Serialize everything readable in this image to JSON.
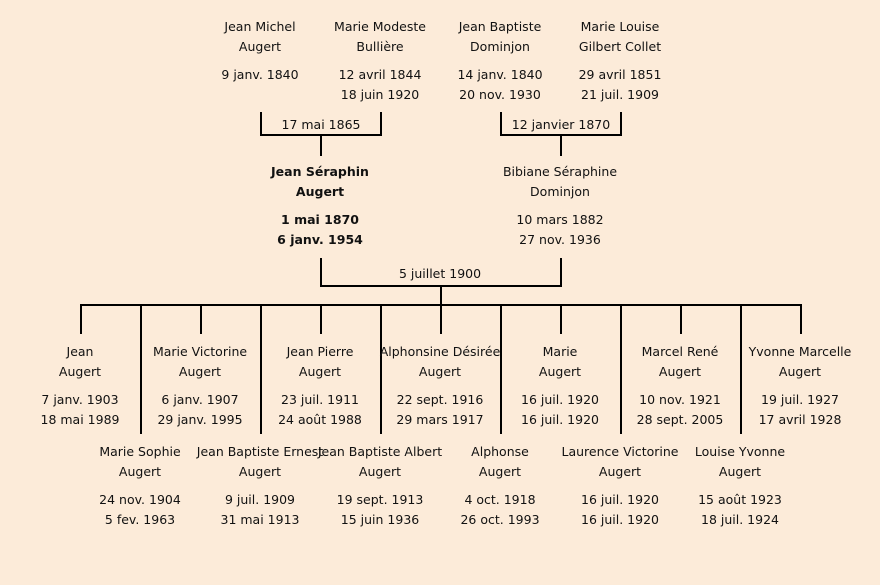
{
  "grandparents": [
    {
      "first": "Jean Michel",
      "last": "Augert",
      "birth": "9 janv. 1840",
      "death": ""
    },
    {
      "first": "Marie Modeste",
      "last": "Bullière",
      "birth": "12 avril 1844",
      "death": "18 juin 1920"
    },
    {
      "first": "Jean Baptiste",
      "last": "Dominjon",
      "birth": "14 janv. 1840",
      "death": "20 nov. 1930"
    },
    {
      "first": "Marie Louise",
      "last": "Gilbert Collet",
      "birth": "29 avril 1851",
      "death": "21 juil. 1909"
    }
  ],
  "grandparent_marriages": [
    "17 mai 1865",
    "12 janvier 1870"
  ],
  "parents": [
    {
      "first": "Jean Séraphin",
      "last": "Augert",
      "birth": "1 mai 1870",
      "death": "6 janv. 1954"
    },
    {
      "first": "Bibiane Séraphine",
      "last": "Dominjon",
      "birth": "10 mars 1882",
      "death": "27 nov. 1936"
    }
  ],
  "parents_marriage": "5 juillet 1900",
  "children": [
    {
      "first": "Jean",
      "last": "Augert",
      "birth": "7 janv. 1903",
      "death": "18 mai 1989"
    },
    {
      "first": "Marie Sophie",
      "last": "Augert",
      "birth": "24 nov. 1904",
      "death": "5 fev. 1963"
    },
    {
      "first": "Marie Victorine",
      "last": "Augert",
      "birth": "6 janv. 1907",
      "death": "29 janv. 1995"
    },
    {
      "first": "Jean Baptiste Ernest",
      "last": "Augert",
      "birth": "9 juil. 1909",
      "death": "31 mai 1913"
    },
    {
      "first": "Jean Pierre",
      "last": "Augert",
      "birth": "23 juil. 1911",
      "death": "24 août 1988"
    },
    {
      "first": "Jean Baptiste Albert",
      "last": "Augert",
      "birth": "19 sept. 1913",
      "death": "15 juin 1936"
    },
    {
      "first": "Alphonsine Désirée",
      "last": "Augert",
      "birth": "22 sept. 1916",
      "death": "29 mars 1917"
    },
    {
      "first": "Alphonse",
      "last": "Augert",
      "birth": "4 oct. 1918",
      "death": "26 oct. 1993"
    },
    {
      "first": "Marie",
      "last": "Augert",
      "birth": "16 juil. 1920",
      "death": "16 juil. 1920"
    },
    {
      "first": "Laurence Victorine",
      "last": "Augert",
      "birth": "16 juil. 1920",
      "death": "16 juil. 1920"
    },
    {
      "first": "Marcel René",
      "last": "Augert",
      "birth": "10 nov. 1921",
      "death": "28 sept. 2005"
    },
    {
      "first": "Louise Yvonne",
      "last": "Augert",
      "birth": "15 août 1923",
      "death": "18 juil. 1924"
    },
    {
      "first": "Yvonne Marcelle",
      "last": "Augert",
      "birth": "19 juil. 1927",
      "death": "17 avril 1928"
    }
  ]
}
